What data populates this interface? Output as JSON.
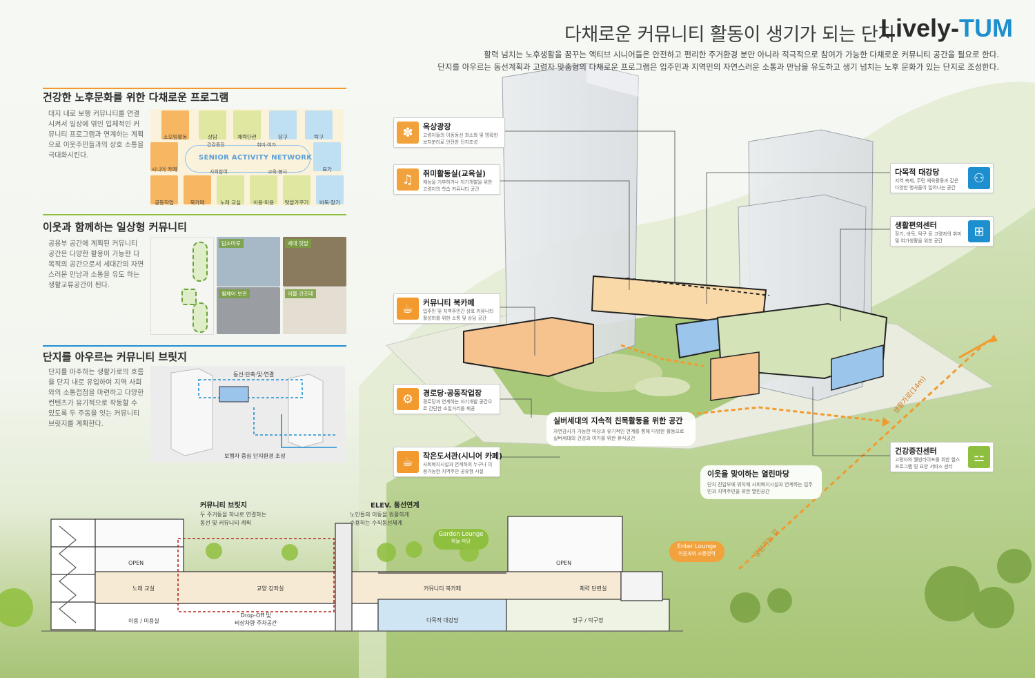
{
  "header": {
    "title": "다채로운 커뮤니티 활동이 생기가 되는 단지",
    "brand_main": "Lively-",
    "brand_accent": "TUM",
    "intro_line1": "활력 넘치는 노후생활을 꿈꾸는 액티브 시니어들은 안전하고 편리한 주거환경 분만 아니라 적극적으로 참여가 가능한  다채로운 커뮤니티 공간을 필요로 한다.",
    "intro_line2": "단지를 아우르는 동선계획과 고령자 맞춤형의 다채로운 프로그램은 입주민과 지역민의 자연스러운 소통과 만남을 유도하고 생기 넘치는 노후 문화가 있는 단지로 조성한다."
  },
  "colors": {
    "accent_orange": "#f29a2e",
    "accent_blue": "#1d8fcf",
    "accent_green": "#8fbf3e"
  },
  "left": {
    "programs": {
      "heading": "건강한 노후문화를 위한 다채로운 프로그램",
      "text": "대지 내로 보행 커뮤니티를 연결 시켜서 일상에 엮인 입체적인 커뮤니티 프로그램과 연계하는 계획으로 이웃주민들과의 상호 소통을 극대화시킨다.",
      "network_label": "SENIOR ACTIVITY NETWORK",
      "top_tiles": [
        "소모임활동",
        "상담",
        "체력단련",
        "당구",
        "탁구"
      ],
      "side_tiles": [
        "시니어 카페",
        "요가"
      ],
      "bottom_tiles": [
        "공동작업",
        "북카페",
        "노래 교실",
        "이용·미용",
        "텃밭가꾸기",
        "바둑·장기"
      ],
      "mini_labels": [
        "건강증진",
        "취미·여가",
        "사회참여",
        "교육·봉사"
      ]
    },
    "daily": {
      "heading": "이웃과 함께하는 일상형 커뮤니티",
      "text": "공용부 공간에 계획된 커뮤니티 공간은 다양한 활용이 가능한 다목적의 공간으로서 세대간의 자연스러운 만남과 소통을 유도 하는 생활교류공간이 된다.",
      "photos": [
        "담소마루",
        "세대 텃밭",
        "휠체어 보관",
        "이불 건조대"
      ]
    },
    "bridge": {
      "heading": "단지를 아우르는 커뮤니티 브릿지",
      "text": "단지를 마주하는 생활가로의 흐름을 단지 내로 유입하여 지역 사회와의 소통접점을 마련하고 다양한 컨텐츠가 유기적으로 작동할 수 있도록 두 주동을 잇는 커뮤니티 브릿지를 계획한다.",
      "tag_top": "동선·단축·및·연결",
      "tag_bottom": "보행자 중심 단지환경 조성"
    }
  },
  "callouts_left": [
    {
      "title": "옥상광장",
      "desc": "고령자들의 이동동선 최소화 및 명확한 보차분리로 안전한 단지조성",
      "icon": "wheat-icon"
    },
    {
      "title": "취미활동실(교육실)",
      "desc": "재능을 기부하거나 자기개발을 위한 고령자의 학습 커뮤니티 공간",
      "icon": "music-note-icon"
    },
    {
      "title": "커뮤니티 북카페",
      "desc": "입주민 및 지역주민간 상호 커뮤니티 활성화를 위한 소통 및 상담 공간",
      "icon": "coffee-cup-icon"
    },
    {
      "title": "경로당·공동작업장",
      "desc": "경로당과 연계하는 자기개발 공간으로 간단한 소일거리를 제공",
      "icon": "gear-icon"
    },
    {
      "title": "작은도서관(시니어 카페)",
      "desc": "사회복지시설과 연계하여 누구나 이용가능한 지역주민 공유형 시설",
      "icon": "cup-icon"
    }
  ],
  "callouts_right": [
    {
      "title": "다목적 대강당",
      "desc": "지역 축제, 주민 체육활동과 같은 다양한 행사들이 일어나는 공간",
      "icon": "balloons-icon"
    },
    {
      "title": "생활편의센터",
      "desc": "장기, 바둑, 탁구 등 고령자의 취미 및 여가생활을 위한 공간",
      "icon": "abacus-icon"
    },
    {
      "title": "건강증진센터",
      "desc": "고령자의 웰빙라이프를 위한 헬스 프로그램 및 요양 서비스 센터",
      "icon": "dumbbell-icon"
    }
  ],
  "text_callouts": {
    "silver": {
      "title": "실버세대의 지속적 친목활동을 위한 공간",
      "desc": "자연감사가 가능한 마당과 유기적인 연계를 통해 다양한 활동으로 실버세대의 건강과 여가를 위한 휴식공간"
    },
    "open_yard": {
      "title": "이웃을 맞이하는 열린마당",
      "desc": "단지 진입부에 위치해 사회복지시설과 연계하는 입주민과 지역주민을 위한 열린공간"
    }
  },
  "road_labels": {
    "street": "생활가로(14m)",
    "park": "공원가는 길"
  },
  "section": {
    "bridge_title": "커뮤니티 브릿지",
    "bridge_desc1": "두 주거동을 하나로 연결하는",
    "bridge_desc2": "동선 및 커뮤니티 계획",
    "elev_title": "ELEV. 동선연계",
    "elev_desc1": "노인들의 이동을 원활하게",
    "elev_desc2": "수용하는 수직동선체계",
    "garden_title": "Garden Lounge",
    "garden_sub": "하늘 마당",
    "enter_title": "Enter Lounge",
    "enter_sub": "이웃과의 소통영역",
    "open_left": "OPEN",
    "open_right": "OPEN",
    "rooms": {
      "karaoke": "노래 교실",
      "lecture": "교양 강좌실",
      "beauty": "이용 / 미용실",
      "dropoff1": "Drop-Off 및",
      "dropoff2": "비상차량 주차공간",
      "bookcafe": "커뮤니티 북카페",
      "auditorium": "다목적 대강당",
      "fitness": "체력 단련실",
      "billiards": "당구 / 탁구장"
    }
  }
}
